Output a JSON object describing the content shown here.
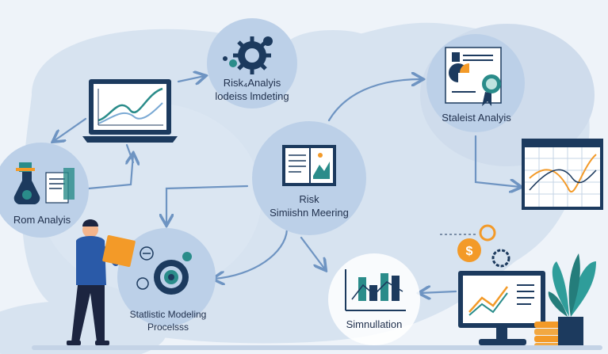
{
  "nodes": {
    "risk_analysis_modeling": {
      "line1": "Risk₄Analyis",
      "line2": "lodeiss lmdeting"
    },
    "statistic_analysis": {
      "label": "Staleist Analyis"
    },
    "rom_analysis": {
      "label": "Rom Analyis"
    },
    "risk_simulation_meeting": {
      "line1": "Risk",
      "line2": "Simiishn Meering"
    },
    "statistic_modeling_process": {
      "line1": "Statlistic Modeling",
      "line2": "Procelsss"
    },
    "simulation": {
      "label": "Simnullation"
    }
  },
  "colors": {
    "background": "#eef3f9",
    "blob": "#d7e3f0",
    "circle": "#bcd0e8",
    "arrow": "#6e94c2",
    "navy": "#1c3a5e",
    "teal": "#2a8c8a",
    "orange": "#f39a28",
    "plant": "#2f9d9a"
  },
  "icons": [
    "gear-cluster-icon",
    "certificate-icon",
    "flask-document-icon",
    "book-chart-icon",
    "gear-tools-icon",
    "bar-line-chart-icon",
    "dollar-gear-icon",
    "grid-chart-icon",
    "laptop-chart-icon",
    "monitor-chart-icon",
    "plant-icon",
    "coin-stack-icon",
    "person-laptop-icon"
  ]
}
